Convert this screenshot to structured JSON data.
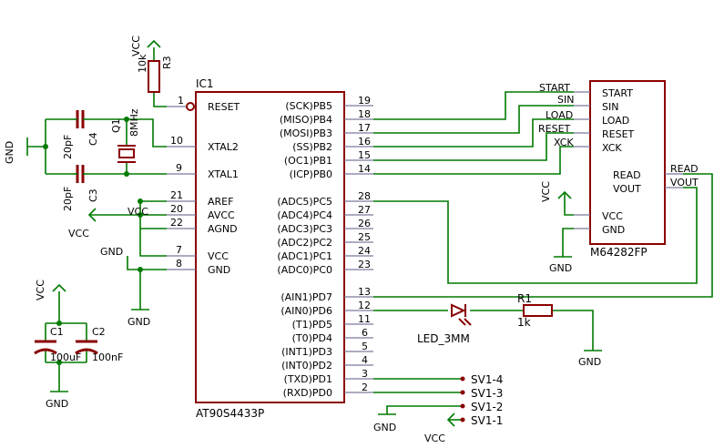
{
  "ic1": {
    "ref": "IC1",
    "part": "AT90S4433P",
    "left_pins": [
      {
        "name": "RESET",
        "num": "1"
      },
      {
        "name": "XTAL2",
        "num": "10"
      },
      {
        "name": "XTAL1",
        "num": "9"
      },
      {
        "name": "AREF",
        "num": "21"
      },
      {
        "name": "AVCC",
        "num": "20"
      },
      {
        "name": "AGND",
        "num": "22"
      },
      {
        "name": "VCC",
        "num": "7"
      },
      {
        "name": "GND",
        "num": "8"
      }
    ],
    "right_pins": [
      {
        "name": "(SCK)PB5",
        "num": "19"
      },
      {
        "name": "(MISO)PB4",
        "num": "18"
      },
      {
        "name": "(MOSI)PB3",
        "num": "17"
      },
      {
        "name": "(SS)PB2",
        "num": "16"
      },
      {
        "name": "(OC1)PB1",
        "num": "15"
      },
      {
        "name": "(ICP)PB0",
        "num": "14"
      },
      {
        "name": "(ADC5)PC5",
        "num": "28"
      },
      {
        "name": "(ADC4)PC4",
        "num": "27"
      },
      {
        "name": "(ADC3)PC3",
        "num": "26"
      },
      {
        "name": "(ADC2)PC2",
        "num": "25"
      },
      {
        "name": "(ADC1)PC1",
        "num": "24"
      },
      {
        "name": "(ADC0)PC0",
        "num": "23"
      },
      {
        "name": "(AIN1)PD7",
        "num": "13"
      },
      {
        "name": "(AIN0)PD6",
        "num": "12"
      },
      {
        "name": "(T1)PD5",
        "num": "11"
      },
      {
        "name": "(T0)PD4",
        "num": "6"
      },
      {
        "name": "(INT1)PD3",
        "num": "5"
      },
      {
        "name": "(INT0)PD2",
        "num": "4"
      },
      {
        "name": "(TXD)PD1",
        "num": "3"
      },
      {
        "name": "(RXD)PD0",
        "num": "2"
      }
    ]
  },
  "m64282": {
    "part": "M64282FP",
    "pins": [
      "START",
      "SIN",
      "LOAD",
      "RESET",
      "XCK",
      "READ",
      "VOUT",
      "VCC",
      "GND"
    ],
    "net_labels": [
      "START",
      "SIN",
      "LOAD",
      "RESET",
      "XCK",
      "READ",
      "VOUT"
    ]
  },
  "components": {
    "r3": {
      "ref": "R3",
      "value": "10k"
    },
    "q1": {
      "ref": "Q1",
      "value": "8MHz"
    },
    "c4": {
      "ref": "C4",
      "value": "20pF"
    },
    "c3": {
      "ref": "C3",
      "value": "20pF"
    },
    "c1": {
      "ref": "C1",
      "value": "100uF"
    },
    "c2": {
      "ref": "C2",
      "value": "100nF"
    },
    "r1": {
      "ref": "R1",
      "value": "1k"
    },
    "led": {
      "value": "LED_3MM"
    }
  },
  "connector": {
    "pins": [
      "SV1-4",
      "SV1-3",
      "SV1-2",
      "SV1-1"
    ]
  },
  "supply": {
    "vcc": "VCC",
    "gnd": "GND"
  },
  "colors": {
    "wire": "#007a00",
    "part": "#8a0000",
    "pin": "#7a7a9a"
  }
}
